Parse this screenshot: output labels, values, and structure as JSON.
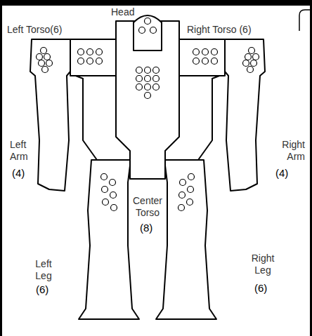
{
  "diagram": {
    "labels": [
      "Head",
      "Left Torso(6)",
      "Right Torso (6)",
      "Left Arm",
      "(4)",
      "Right Arm",
      "(4)",
      "Center Torso",
      "(8)",
      "Left Leg",
      "(6)",
      "Right Leg",
      "(6)"
    ]
  }
}
